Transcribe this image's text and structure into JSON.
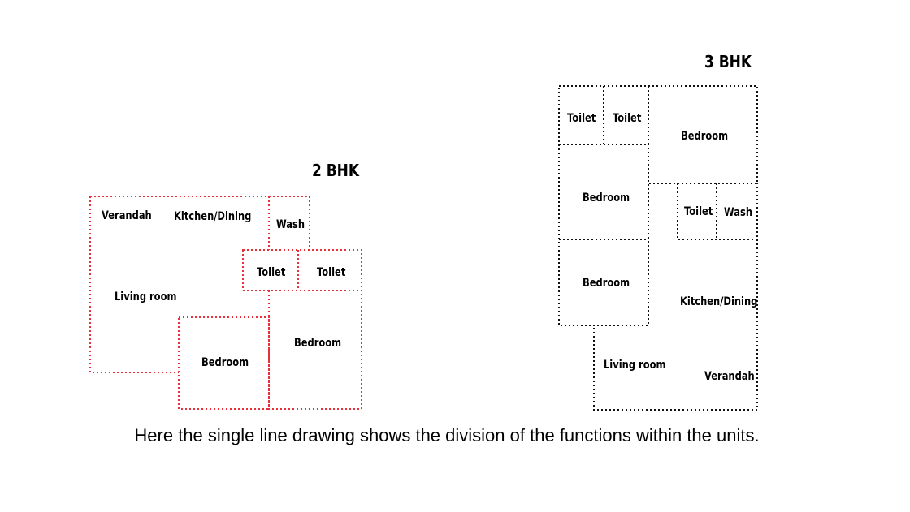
{
  "plans": {
    "two_bhk": {
      "title": "2 BHK",
      "color": "#e8303a",
      "rooms": {
        "verandah": "Verandah",
        "kitchen": "Kitchen/Dining",
        "wash": "Wash",
        "toilet_1": "Toilet",
        "toilet_2": "Toilet",
        "living": "Living room",
        "bedroom_1": "Bedroom",
        "bedroom_2": "Bedroom"
      }
    },
    "three_bhk": {
      "title": "3 BHK",
      "color": "#111111",
      "rooms": {
        "toilet_1": "Toilet",
        "toilet_2": "Toilet",
        "bedroom_1": "Bedroom",
        "bedroom_2": "Bedroom",
        "toilet_3": "Toilet",
        "wash": "Wash",
        "bedroom_3": "Bedroom",
        "kitchen": "Kitchen/Dining",
        "living": "Living room",
        "verandah": "Verandah"
      }
    }
  },
  "caption": "Here the single line drawing shows the division of the functions within the units."
}
